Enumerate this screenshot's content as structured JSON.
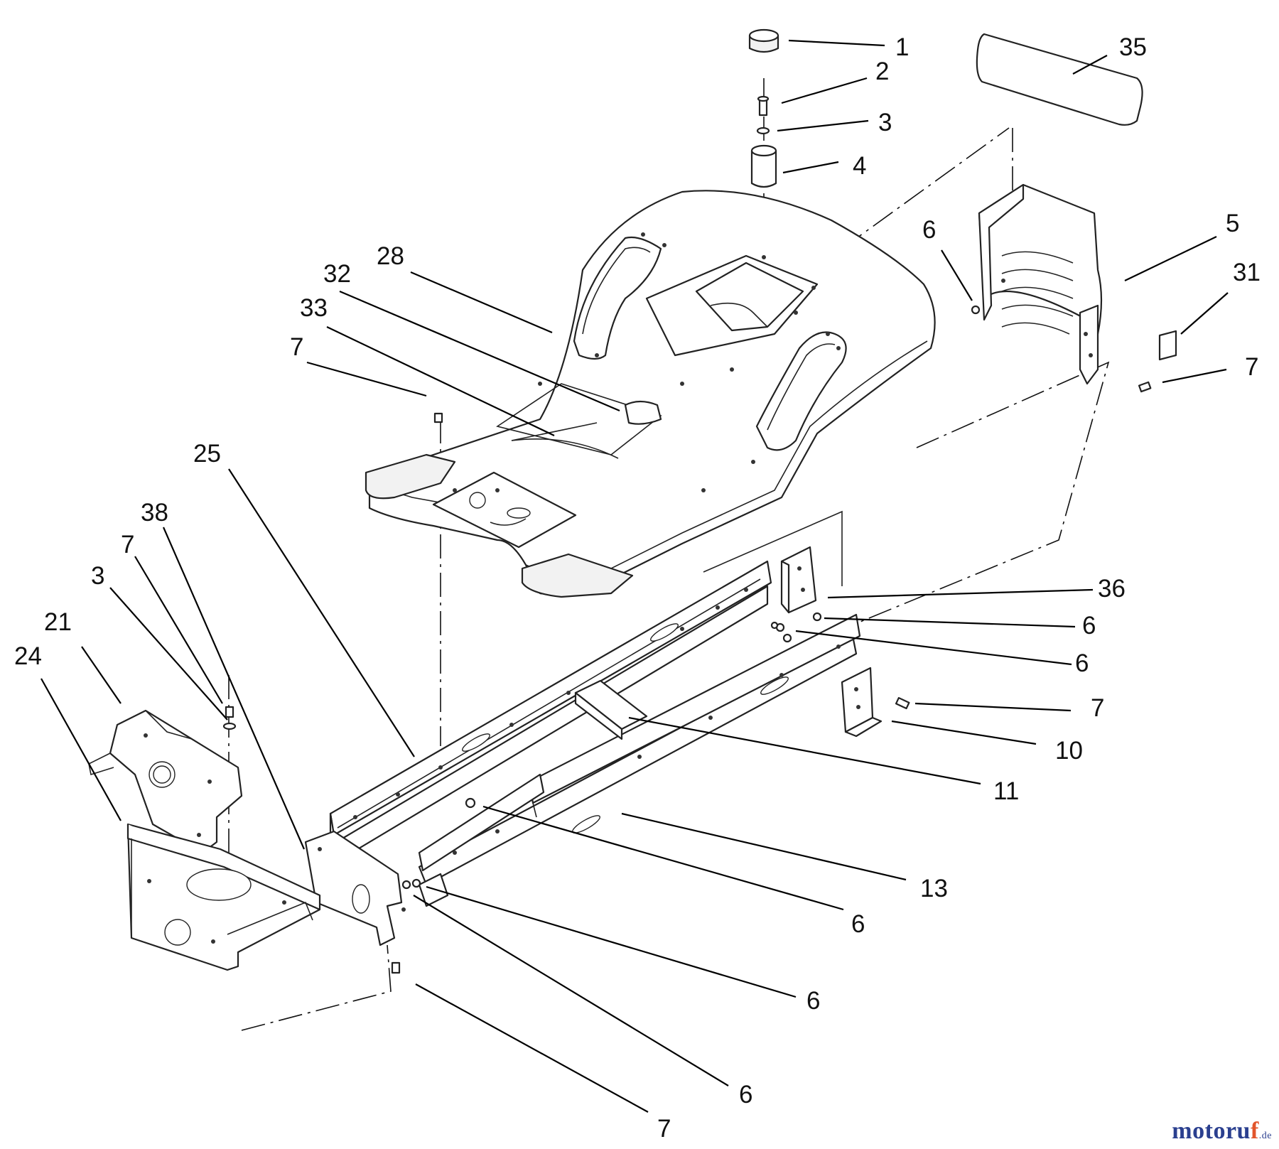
{
  "diagram": {
    "callouts": [
      {
        "id": "c1",
        "text": "1"
      },
      {
        "id": "c2",
        "text": "2"
      },
      {
        "id": "c3",
        "text": "3"
      },
      {
        "id": "c4",
        "text": "4"
      },
      {
        "id": "c35",
        "text": "35"
      },
      {
        "id": "c5",
        "text": "5"
      },
      {
        "id": "c6a",
        "text": "6"
      },
      {
        "id": "c31",
        "text": "31"
      },
      {
        "id": "c7a",
        "text": "7"
      },
      {
        "id": "c28",
        "text": "28"
      },
      {
        "id": "c32",
        "text": "32"
      },
      {
        "id": "c33",
        "text": "33"
      },
      {
        "id": "c7b",
        "text": "7"
      },
      {
        "id": "c25",
        "text": "25"
      },
      {
        "id": "c38",
        "text": "38"
      },
      {
        "id": "c7c",
        "text": "7"
      },
      {
        "id": "c3b",
        "text": "3"
      },
      {
        "id": "c21",
        "text": "21"
      },
      {
        "id": "c24",
        "text": "24"
      },
      {
        "id": "c36",
        "text": "36"
      },
      {
        "id": "c6b",
        "text": "6"
      },
      {
        "id": "c6c",
        "text": "6"
      },
      {
        "id": "c7d",
        "text": "7"
      },
      {
        "id": "c10",
        "text": "10"
      },
      {
        "id": "c11",
        "text": "11"
      },
      {
        "id": "c13",
        "text": "13"
      },
      {
        "id": "c6d",
        "text": "6"
      },
      {
        "id": "c6e",
        "text": "6"
      },
      {
        "id": "c6f",
        "text": "6"
      },
      {
        "id": "c7e",
        "text": "7"
      }
    ]
  },
  "watermark": {
    "brand_main": "motoru",
    "brand_accent": "f",
    "tld": ".de"
  }
}
